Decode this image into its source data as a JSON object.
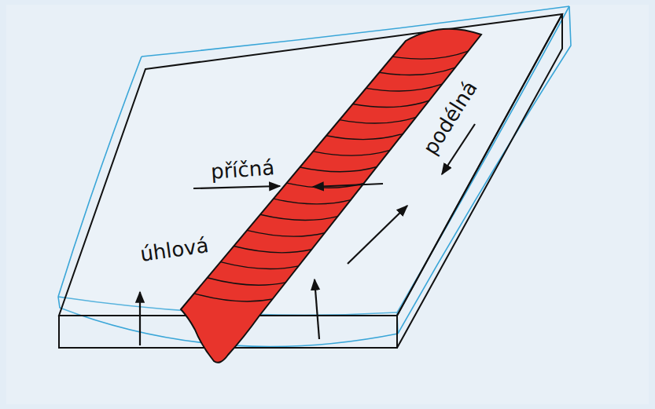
{
  "diagram": {
    "labels": [
      "příčná",
      "podélná",
      "úhlová"
    ]
  }
}
